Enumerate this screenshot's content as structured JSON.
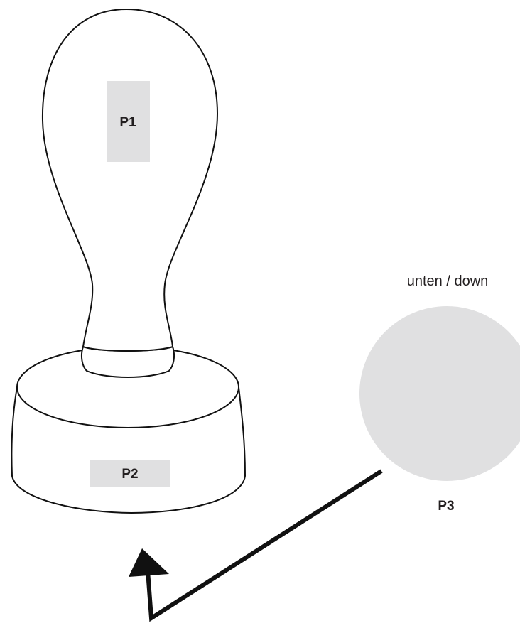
{
  "labels": {
    "p1": "P1",
    "p2": "P2",
    "p3": "P3",
    "orientation": "unten / down"
  },
  "colors": {
    "line": "#111111",
    "pad_fill": "#e0e0e1",
    "text": "#231f20",
    "background": "#ffffff"
  },
  "icons": {
    "arrow": "arrow-up-icon"
  }
}
